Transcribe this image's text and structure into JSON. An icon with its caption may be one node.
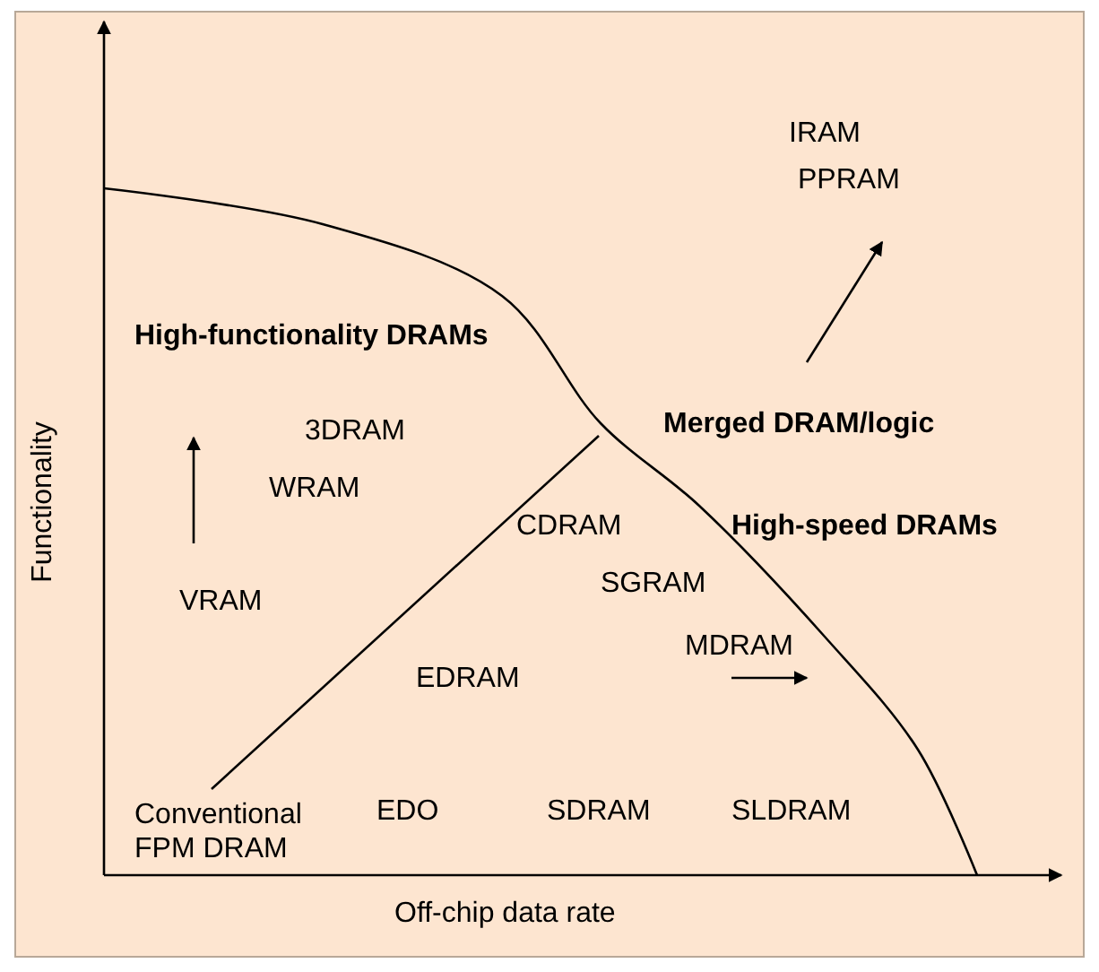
{
  "diagram": {
    "labels": [
      "IRAM",
      "PPRAM",
      "High-functionality DRAMs",
      "3DRAM",
      "Merged DRAM/logic",
      "WRAM",
      "CDRAM",
      "High-speed DRAMs",
      "VRAM",
      "SGRAM",
      "MDRAM",
      "EDRAM",
      "Conventional FPM DRAM",
      "EDO",
      "SDRAM",
      "SLDRAM",
      "Functionality",
      "Off-chip data rate"
    ]
  }
}
